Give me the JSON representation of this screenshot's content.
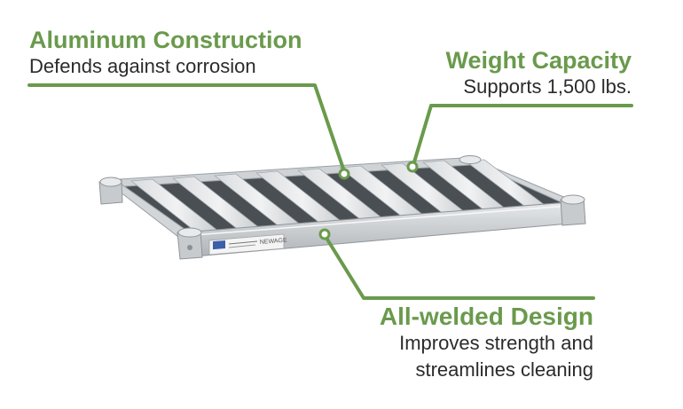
{
  "callouts": {
    "aluminum": {
      "title": "Aluminum Construction",
      "desc": "Defends against corrosion"
    },
    "weight": {
      "title": "Weight Capacity",
      "desc": "Supports 1,500 lbs."
    },
    "welded": {
      "title": "All-welded Design",
      "desc_line1": "Improves strength and",
      "desc_line2": "streamlines cleaning"
    }
  },
  "shelf": {
    "label_brand": "NEWAGE"
  },
  "colors": {
    "accent": "#6a9a4c",
    "text": "#2b2b2b",
    "metal": "#c9cdd0"
  }
}
